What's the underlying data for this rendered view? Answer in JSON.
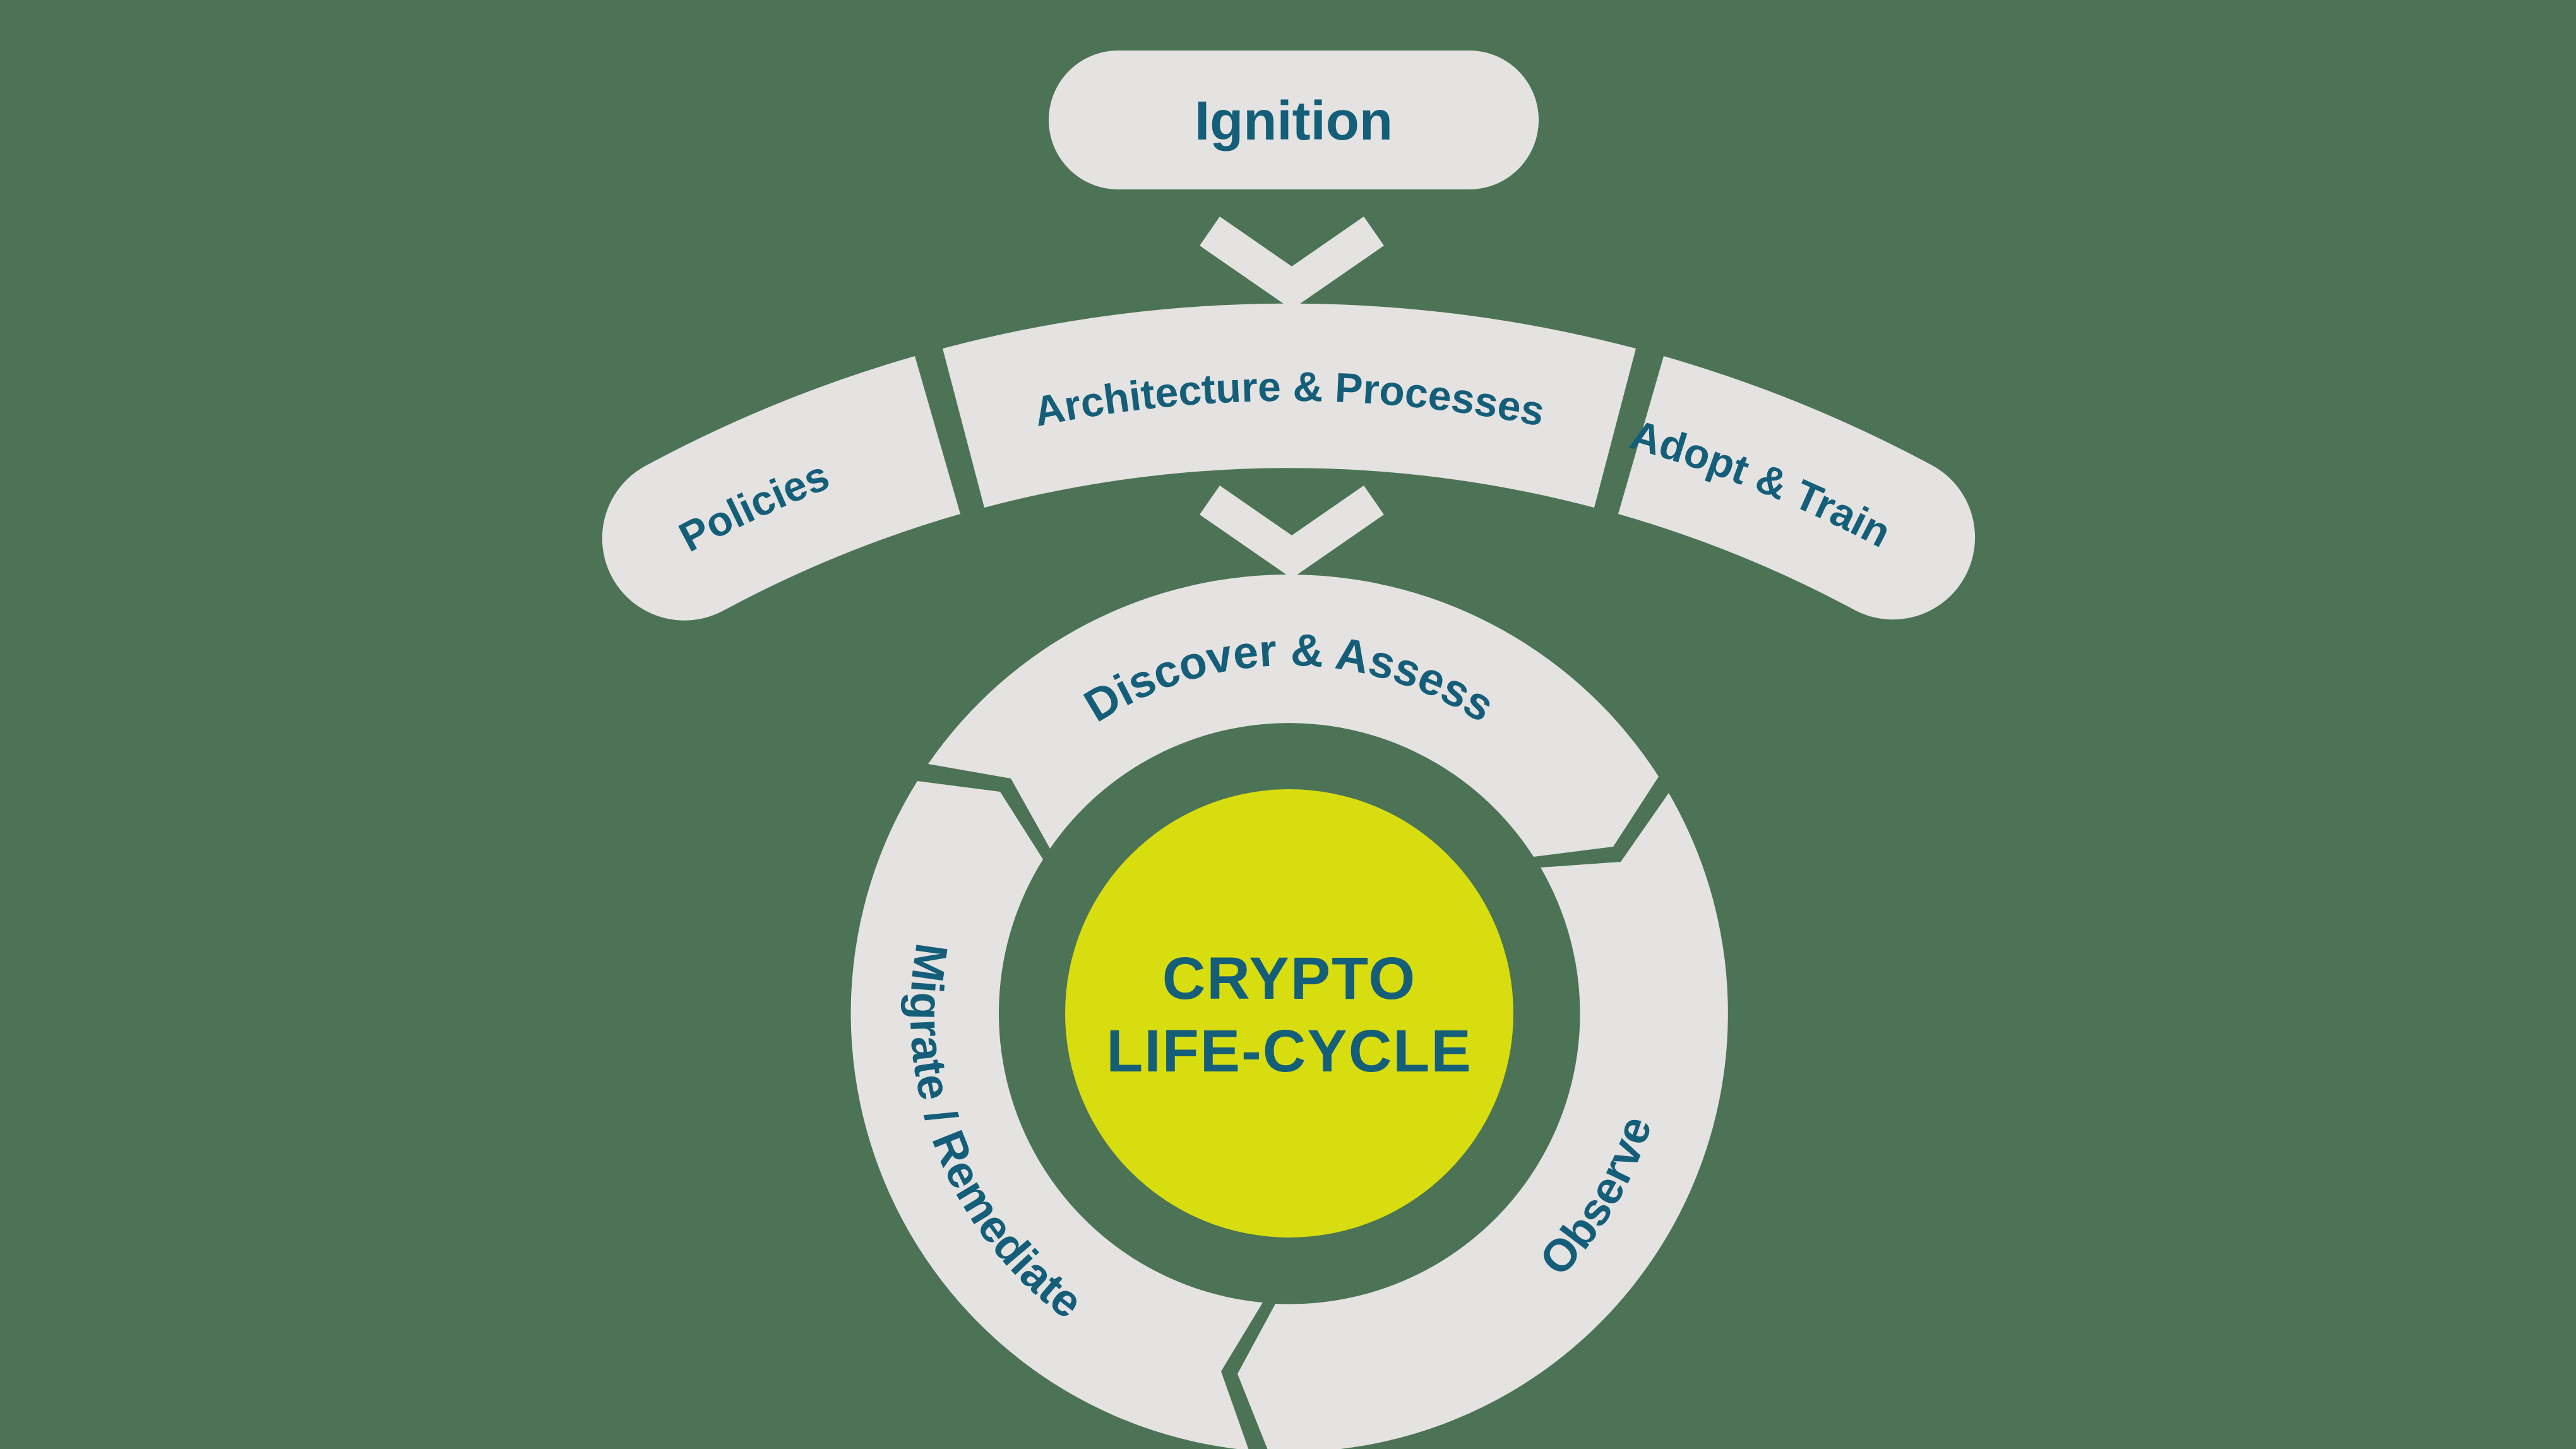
{
  "colors": {
    "background": "#4c7355",
    "shape_gray": "#e4e3e1",
    "label_teal": "#155e79",
    "center_yellow": "#d8dd0f"
  },
  "flow": {
    "start": {
      "label": "Ignition"
    },
    "preparation_arc": {
      "segments": [
        {
          "label": "Policies"
        },
        {
          "label": "Architecture & Processes"
        },
        {
          "label": "Adopt & Train"
        }
      ]
    },
    "lifecycle_ring": {
      "center": {
        "line1": "CRYPTO",
        "line2": "LIFE-CYCLE"
      },
      "segments": [
        {
          "label": "Discover & Assess"
        },
        {
          "label": "Observe"
        },
        {
          "label": "Migrate / Remediate"
        }
      ]
    }
  }
}
